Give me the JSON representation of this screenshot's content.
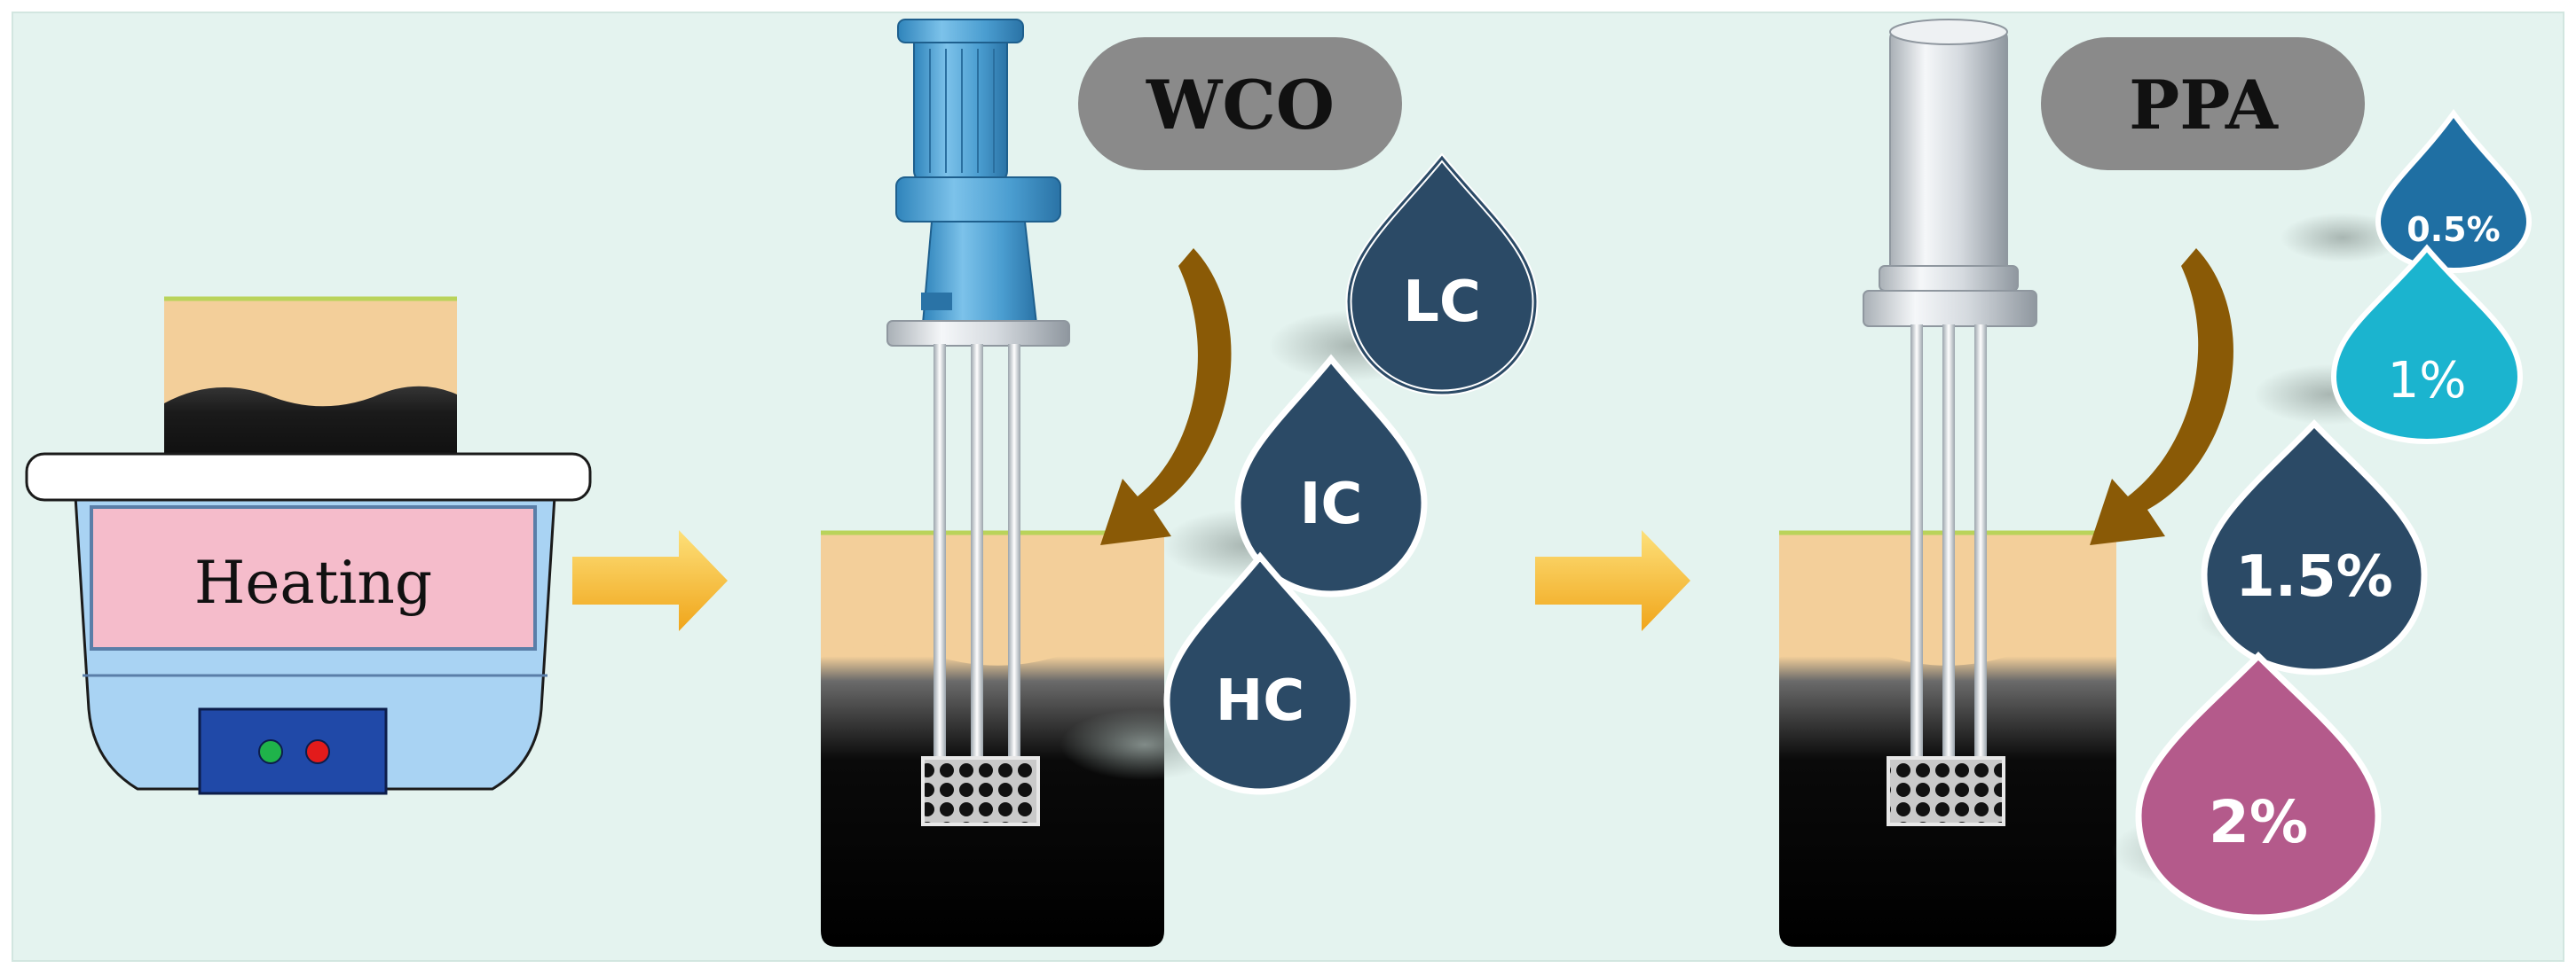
{
  "colors": {
    "background": "#e4f3ef",
    "asphalt": "#000000",
    "binder_top": "#f3cf9a",
    "bath_body": "#a9d3f3",
    "heating_panel": "#f5bccb",
    "control_panel": "#2049a8",
    "stirrer_blue": "#5aa7d6",
    "stirrer_silver": "#d9dde1",
    "additive_label": "#8a8a8a",
    "arrow_brown": "#8a5a06",
    "process_arrow": "#f5b62a",
    "drop_dark": "#2b4a66",
    "drop_blue": "#1f6fa3",
    "drop_cyan": "#1bb4cf",
    "drop_pink": "#b45a8b"
  },
  "heating": {
    "label": "Heating"
  },
  "step1": {
    "additive_label": "WCO",
    "options": [
      {
        "label": "LC"
      },
      {
        "label": "IC"
      },
      {
        "label": "HC"
      }
    ]
  },
  "step2": {
    "additive_label": "PPA",
    "options": [
      {
        "label": "0.5%"
      },
      {
        "label": "1%"
      },
      {
        "label": "1.5%"
      },
      {
        "label": "2%"
      }
    ]
  }
}
